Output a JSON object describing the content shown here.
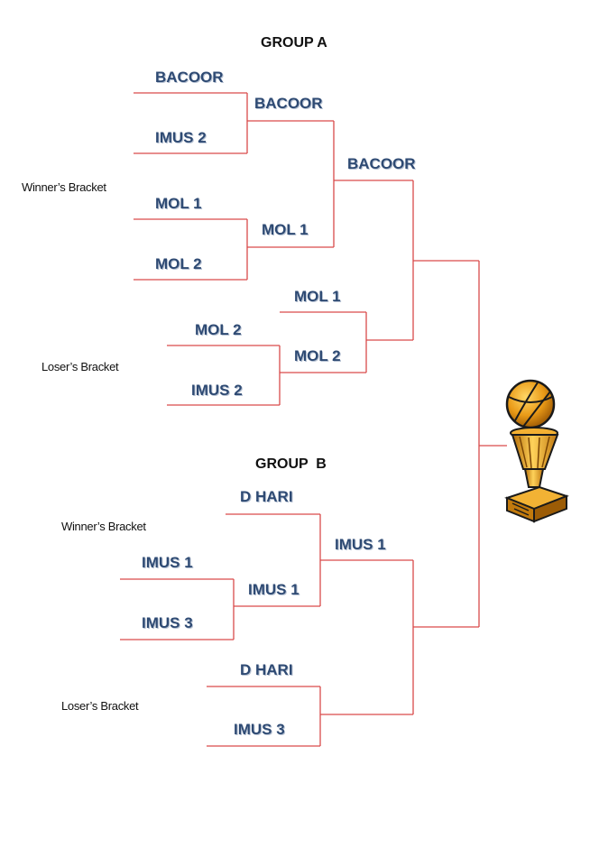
{
  "group_a": {
    "title": "GROUP A",
    "winners_label": "Winner’s Bracket",
    "losers_label": "Loser’s Bracket",
    "wb_r1": [
      "BACOOR",
      "IMUS 2",
      "MOL 1",
      "MOL 2"
    ],
    "wb_r2": [
      "BACOOR",
      "MOL 1"
    ],
    "wb_final": "BACOOR",
    "lb_r1": [
      "MOL 2",
      "IMUS 2"
    ],
    "lb_r2": [
      "MOL 1",
      "MOL 2"
    ]
  },
  "group_b": {
    "title": "GROUP  B",
    "winners_label": "Winner’s Bracket",
    "losers_label": "Loser’s Bracket",
    "wb_bye": "D HARI",
    "wb_r1": [
      "IMUS 1",
      "IMUS 3"
    ],
    "wb_r1_winner": "IMUS 1",
    "wb_final": "IMUS 1",
    "lb_r1": [
      "D HARI",
      "IMUS 3"
    ]
  },
  "colors": {
    "line": "#d94a4a",
    "team_text": "#2e4a73"
  },
  "icons": {
    "trophy": "trophy-icon"
  }
}
